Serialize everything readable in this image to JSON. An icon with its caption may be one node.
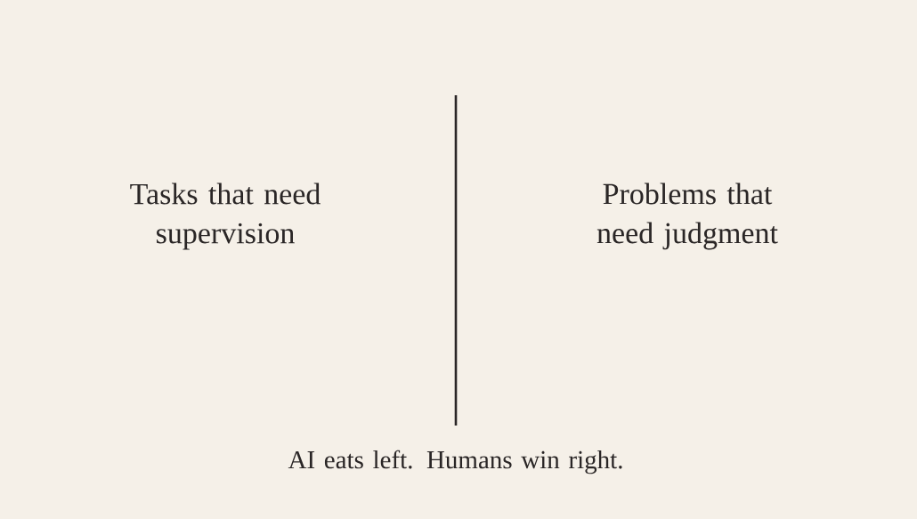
{
  "diagram": {
    "labels": [
      "Tasks that need supervision",
      "Problems that need judgment",
      "AI eats left. Humans win right."
    ]
  }
}
